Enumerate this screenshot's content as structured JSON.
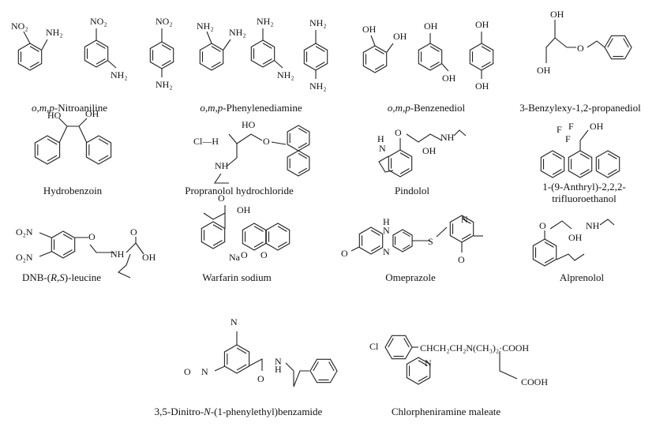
{
  "captions": {
    "nitroaniline": {
      "italic": "o,m,p",
      "rest": "-Nitroaniline"
    },
    "phenylenediamine": {
      "italic": "o,m,p",
      "rest": "-Phenylenediamine"
    },
    "benzenediol": {
      "italic": "o,m,p",
      "rest": "-Benzenediol"
    },
    "benzylexy": "3-Benzylexy-1,2-propanediol",
    "hydrobenzoin": "Hydrobenzoin",
    "propranolol": "Propranolol hydrochloride",
    "pindolol": "Pindolol",
    "anthryl_1": "1-(9-Anthryl)-2,2,2-",
    "anthryl_2": "trifluoroethanol",
    "dnb_a": "DNB-(",
    "dnb_it": "R,S",
    "dnb_b": ")-leucine",
    "warfarin": "Warfarin sodium",
    "omeprazole": "Omeprazole",
    "alprenolol": "Alprenolol",
    "dinitro_a": "3,5-Dinitro-",
    "dinitro_it": "N",
    "dinitro_b": "-(1-phenylethyl)benzamide",
    "chlorpheniramine": "Chlorpheniramine maleate"
  },
  "atoms": {
    "no2": "NO₂",
    "nh2": "NH₂",
    "oh": "OH",
    "ho": "HO",
    "o": "O",
    "n": "N",
    "h": "H",
    "nh": "NH",
    "f": "F",
    "cl": "Cl",
    "clh": "Cl—H",
    "o2n": "O₂N",
    "na": "Na",
    "s": "S",
    "chain": "CHCH₂CH₂N(CH₃)₂·COOH",
    "cooh": "COOH"
  }
}
